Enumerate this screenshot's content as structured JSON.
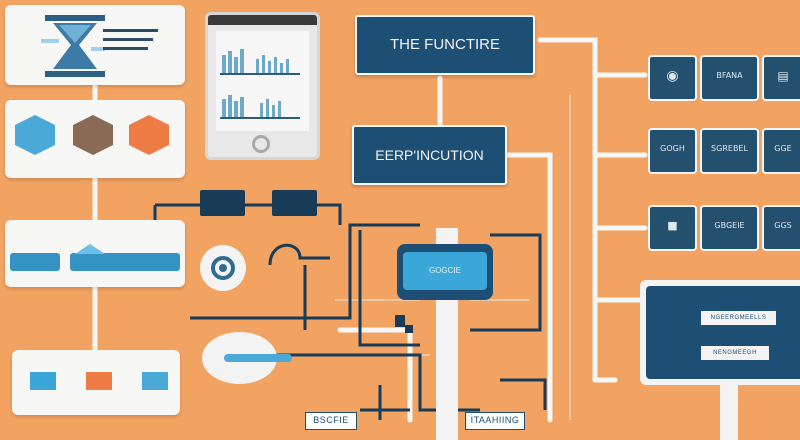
{
  "titles": {
    "function_box": "THE FUNCTIRE",
    "erp_box": "EERP'INCUTION",
    "center_screen": "GOGCIE",
    "bottom_left_tag": "BSCFIE",
    "bottom_right_tag": "ITAAHIING"
  },
  "right_rows": [
    [
      "",
      "BFANA",
      ""
    ],
    [
      "GOGH",
      "SGREBEL",
      "GGE"
    ],
    [
      "",
      "GBGEIE",
      "GGS"
    ]
  ],
  "big_panel": {
    "line1": "NGEERGMEELLS",
    "line2": "NENGMEEGH"
  },
  "colors": {
    "background": "#f2a261",
    "navy": "#1d4e74",
    "card": "#f7f7f6",
    "accent_blue": "#3ba7d9",
    "accent_orange": "#ee7d45"
  }
}
